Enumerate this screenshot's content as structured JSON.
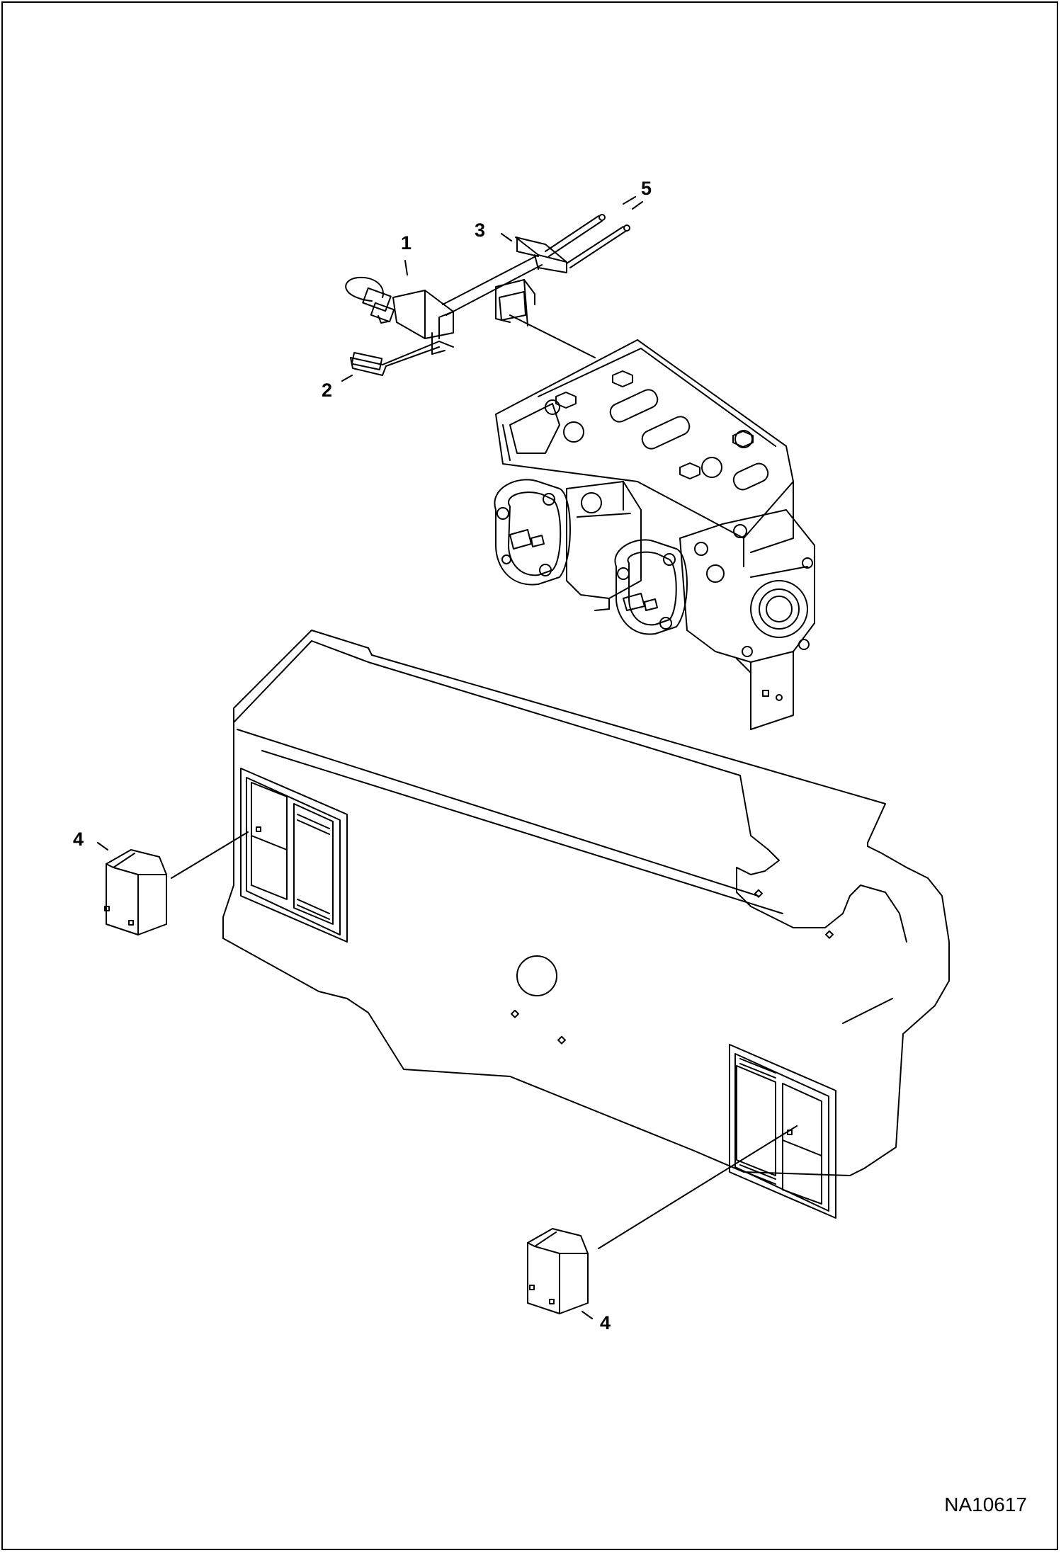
{
  "callouts": {
    "c1": "1",
    "c2": "2",
    "c3": "3",
    "c4a": "4",
    "c4b": "4",
    "c5": "5"
  },
  "drawing_number": "NA10617",
  "parts": [
    "harness-with-connector",
    "mounting-bracket",
    "clamp-bracket",
    "switch-cover",
    "bolts",
    "hydraulic-pump-assembly",
    "control-panel"
  ]
}
